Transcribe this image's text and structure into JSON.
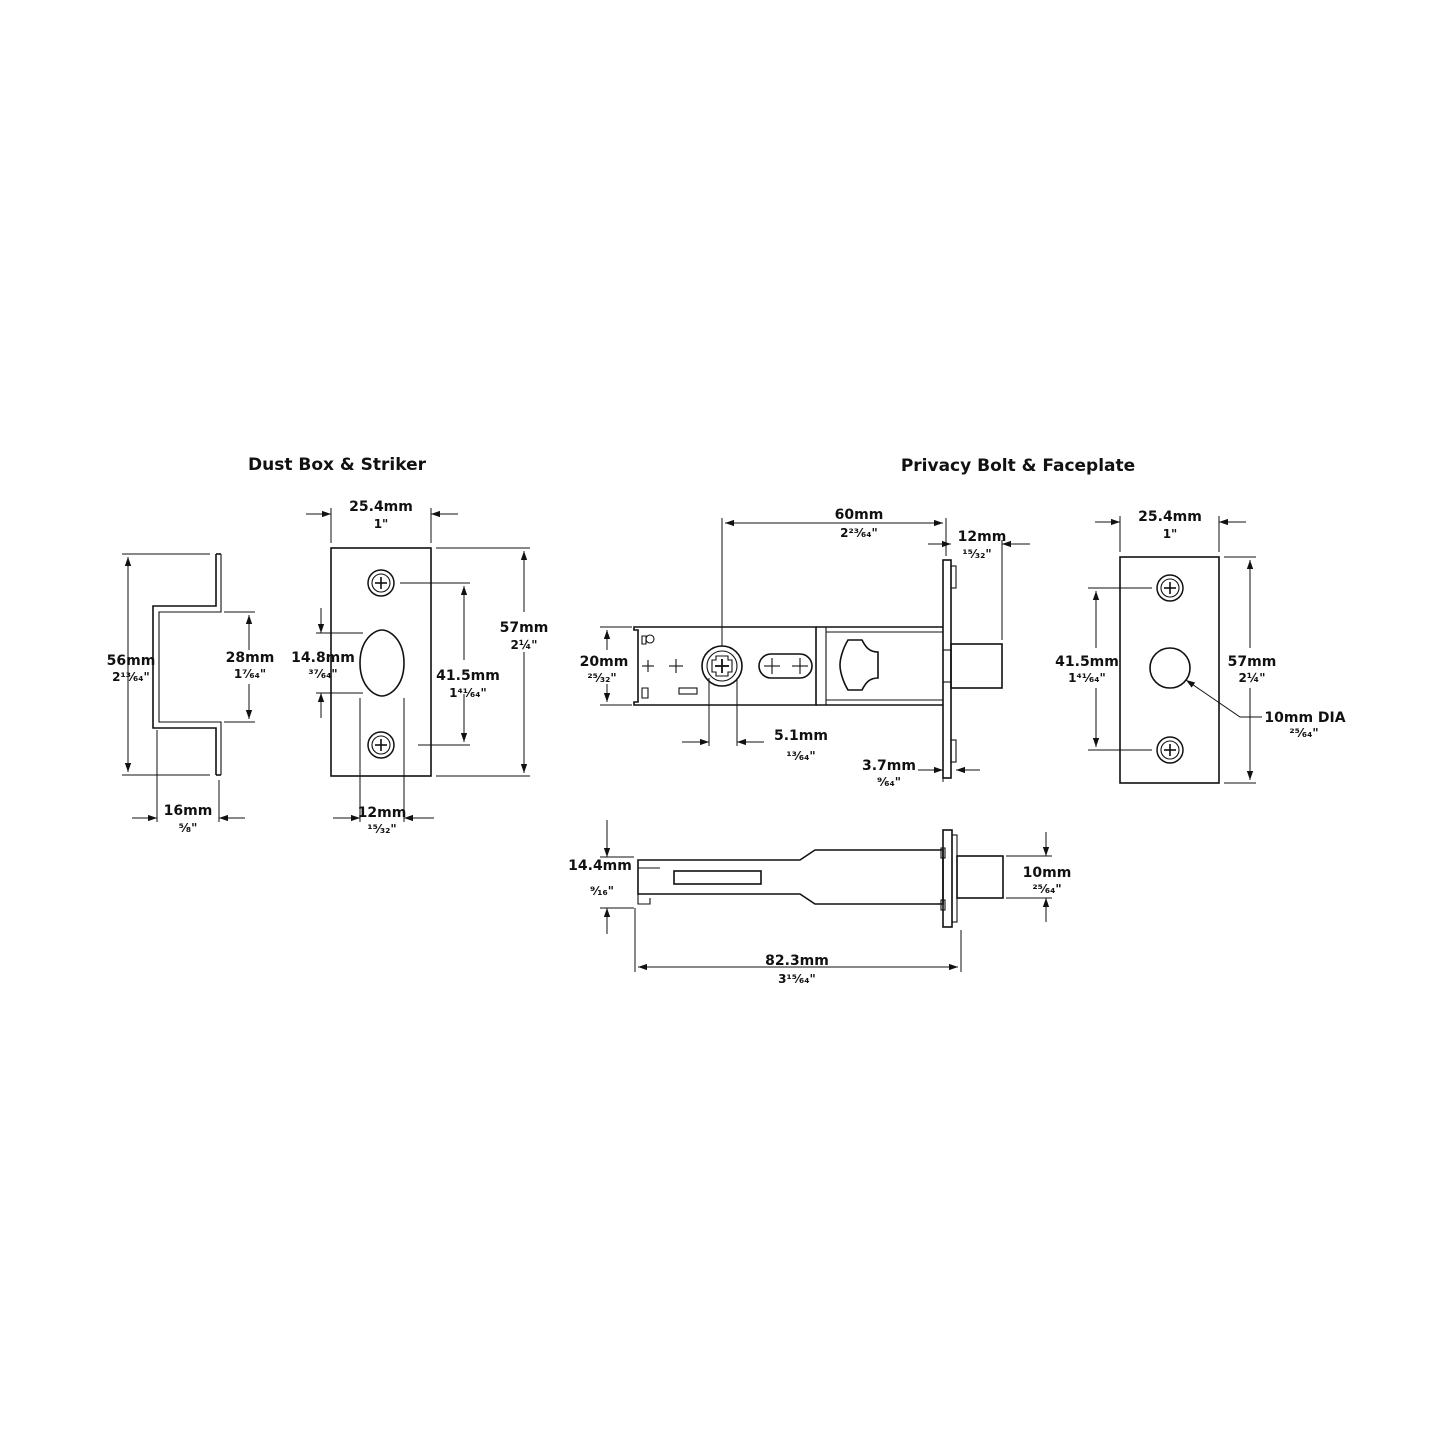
{
  "titles": {
    "dust_box_striker": "Dust Box & Striker",
    "privacy_bolt_faceplate": "Privacy Bolt & Faceplate"
  },
  "dimensions": {
    "dustbox_height": {
      "mm": "56mm",
      "inch": "2¹³⁄₆₄\""
    },
    "dustbox_inner_height": {
      "mm": "28mm",
      "inch": "1⁷⁄₆₄\""
    },
    "dustbox_depth": {
      "mm": "16mm",
      "inch": "⁵⁄₈\""
    },
    "striker_width": {
      "mm": "25.4mm",
      "inch": "1\""
    },
    "striker_hole": {
      "mm": "14.8mm",
      "inch": "³⁷⁄₆₄\""
    },
    "striker_screw_spacing": {
      "mm": "41.5mm",
      "inch": "1⁴¹⁄₆₄\""
    },
    "striker_height": {
      "mm": "57mm",
      "inch": "2¼\""
    },
    "striker_offset": {
      "mm": "12mm",
      "inch": "¹⁵⁄₃₂\""
    },
    "backset": {
      "mm": "60mm",
      "inch": "2²³⁄₆₄\""
    },
    "bolt_throw": {
      "mm": "12mm",
      "inch": "¹⁵⁄₃₂\""
    },
    "body_height": {
      "mm": "20mm",
      "inch": "²⁵⁄₃₂\""
    },
    "spindle": {
      "mm": "5.1mm",
      "inch": "¹³⁄₆₄\""
    },
    "faceplate_thickness": {
      "mm": "3.7mm",
      "inch": "⁹⁄₆₄\""
    },
    "faceplate_width": {
      "mm": "25.4mm",
      "inch": "1\""
    },
    "faceplate_screw_spacing": {
      "mm": "41.5mm",
      "inch": "1⁴¹⁄₆₄\""
    },
    "faceplate_height": {
      "mm": "57mm",
      "inch": "2¼\""
    },
    "bolt_diameter": {
      "mm": "10mm DIA",
      "inch": "²⁵⁄₆₄\""
    },
    "side_height": {
      "mm": "14.4mm",
      "inch": "⁹⁄₁₆\""
    },
    "bolt_side": {
      "mm": "10mm",
      "inch": "²⁵⁄₆₄\""
    },
    "overall_length": {
      "mm": "82.3mm",
      "inch": "3¹⁵⁄₆₄\""
    }
  },
  "icons": [
    "screw-icon",
    "spindle-hub-icon"
  ],
  "colors": {
    "line": "#111111",
    "background": "#ffffff"
  }
}
